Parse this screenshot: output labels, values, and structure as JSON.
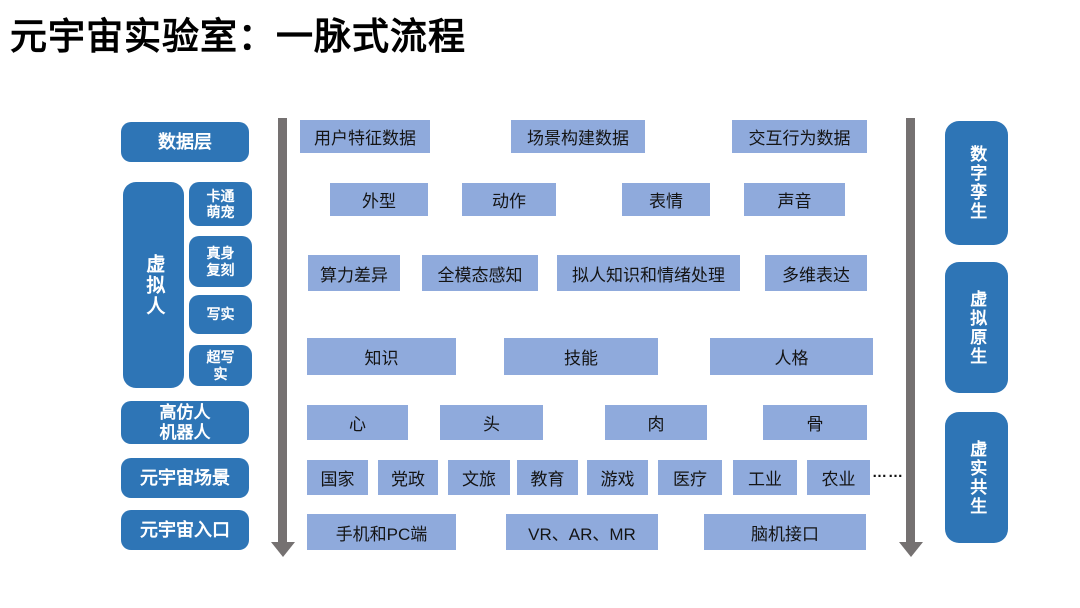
{
  "title": "元宇宙实验室：一脉式流程",
  "colors": {
    "dark_blue": "#2E75B6",
    "light_blue": "#8FAADC",
    "arrow_gray": "#757171",
    "title_color": "#000000"
  },
  "left_column": {
    "data_layer": "数据层",
    "virtual_human": "虚拟人",
    "virtual_human_types": [
      "卡通\n萌宠",
      "真身\n复刻",
      "写实",
      "超写\n实"
    ],
    "humanoid_robot": "高仿人\n机器人",
    "metaverse_scene": "元宇宙场景",
    "metaverse_entrance": "元宇宙入口"
  },
  "right_column": {
    "stages": [
      "数字孪生",
      "虚拟原生",
      "虚实共生"
    ]
  },
  "flow_rows": [
    {
      "name": "data-sources",
      "boxes": [
        "用户特征数据",
        "场景构建数据",
        "交互行为数据"
      ]
    },
    {
      "name": "avatar-traits",
      "boxes": [
        "外型",
        "动作",
        "表情",
        "声音"
      ]
    },
    {
      "name": "capabilities",
      "boxes": [
        "算力差异",
        "全模态感知",
        "拟人知识和情绪处理",
        "多维表达"
      ]
    },
    {
      "name": "attributes",
      "boxes": [
        "知识",
        "技能",
        "人格"
      ]
    },
    {
      "name": "body-parts",
      "boxes": [
        "心",
        "头",
        "肉",
        "骨"
      ]
    },
    {
      "name": "industries",
      "boxes": [
        "国家",
        "党政",
        "文旅",
        "教育",
        "游戏",
        "医疗",
        "工业",
        "农业"
      ],
      "ellipsis": "……"
    },
    {
      "name": "entrances",
      "boxes": [
        "手机和PC端",
        "VR、AR、MR",
        "脑机接口"
      ]
    }
  ]
}
